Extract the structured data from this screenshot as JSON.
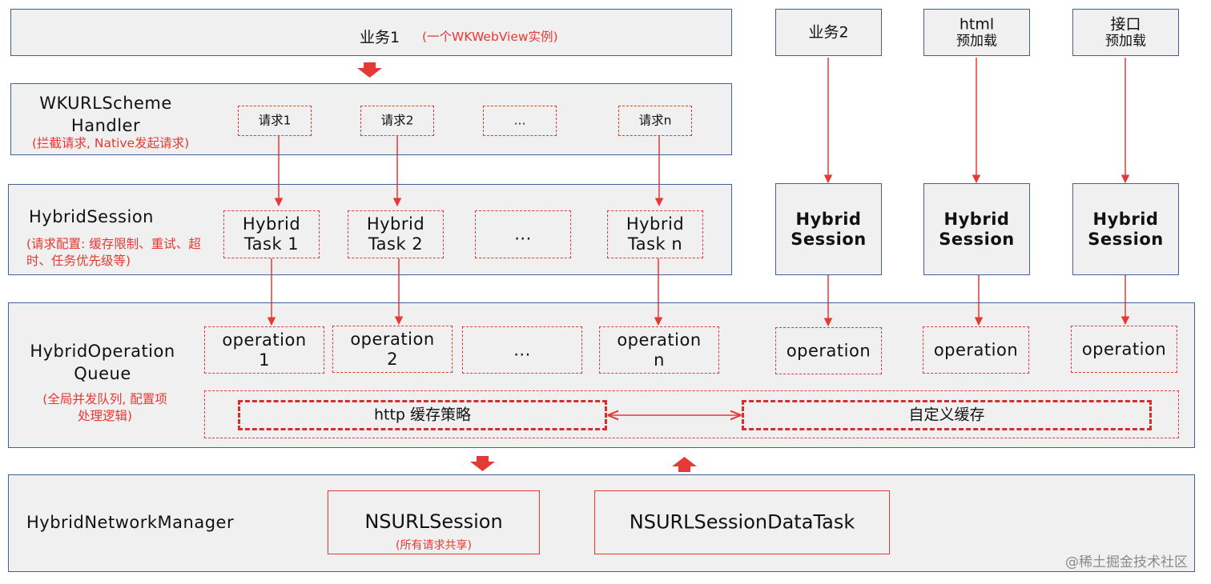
{
  "top": {
    "biz1": "业务1",
    "biz1_note": "(一个WKWebView实例)",
    "biz2": "业务2",
    "html_preload": [
      "html",
      "预加载"
    ],
    "api_preload": [
      "接口",
      "预加载"
    ]
  },
  "scheme": {
    "title": [
      "WKURLScheme",
      "Handler"
    ],
    "note": "(拦截请求, Native发起请求)",
    "requests": [
      "请求1",
      "请求2",
      "...",
      "请求n"
    ]
  },
  "session": {
    "title": "HybridSession",
    "note": [
      "(请求配置: 缓存限制、重试、超",
      "时、任务优先级等)"
    ],
    "tasks": [
      [
        "Hybrid",
        "Task 1"
      ],
      [
        "Hybrid",
        "Task 2"
      ],
      [
        "..."
      ],
      [
        "Hybrid",
        "Task n"
      ]
    ],
    "side_sessions": [
      [
        "Hybrid",
        "Session"
      ],
      [
        "Hybrid",
        "Session"
      ],
      [
        "Hybrid",
        "Session"
      ]
    ]
  },
  "queue": {
    "title": [
      "HybridOperation",
      "Queue"
    ],
    "note": [
      "(全局并发队列, 配置项",
      "处理逻辑)"
    ],
    "operations": [
      [
        "operation",
        "1"
      ],
      [
        "operation",
        "2"
      ],
      [
        "..."
      ],
      [
        "operation",
        "n"
      ]
    ],
    "side_operations": [
      "operation",
      "operation",
      "operation"
    ],
    "http_cache": "http 缓存策略",
    "custom_cache": "自定义缓存"
  },
  "network": {
    "title": "HybridNetworkManager",
    "nsurlsession": "NSURLSession",
    "nsurlsession_note": "(所有请求共享)",
    "datatask": "NSURLSessionDataTask"
  },
  "watermark": "@稀土掘金技术社区",
  "colors": {
    "panel_fill": "#f0f0f0",
    "panel_border": "#40618d",
    "accent_red": "#e53935"
  }
}
